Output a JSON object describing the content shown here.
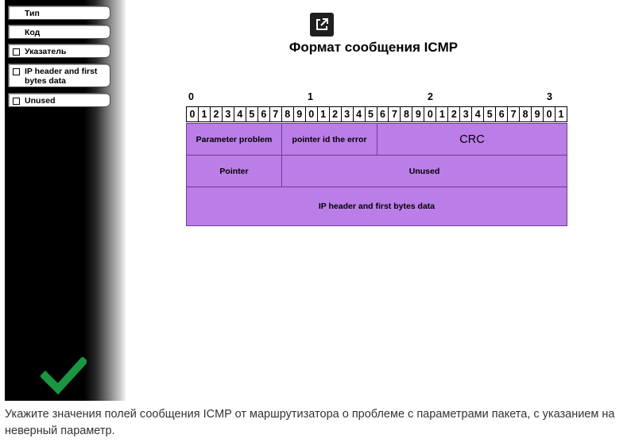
{
  "sidebar": {
    "items": [
      {
        "label": "Тип",
        "checkbox": false
      },
      {
        "label": "Код",
        "checkbox": false
      },
      {
        "label": "Указатель",
        "checkbox": true
      },
      {
        "label_line1": "IP header and first",
        "label_line2": "bytes data",
        "checkbox": true
      },
      {
        "label": "Unused",
        "checkbox": true
      }
    ],
    "submit_icon": "checkmark-icon",
    "submit_color": "#1a9641"
  },
  "header": {
    "popout_icon": "external-link-icon",
    "title": "Формат сообщения ICMP"
  },
  "diagram": {
    "octet_labels": [
      "0",
      "1",
      "2",
      "3"
    ],
    "bits": [
      "0",
      "1",
      "2",
      "3",
      "4",
      "5",
      "6",
      "7",
      "8",
      "9",
      "0",
      "1",
      "2",
      "3",
      "4",
      "5",
      "6",
      "7",
      "8",
      "9",
      "0",
      "1",
      "2",
      "3",
      "4",
      "5",
      "6",
      "7",
      "8",
      "9",
      "0",
      "1"
    ],
    "fields": {
      "type": "Parameter problem",
      "code": "pointer id the error",
      "checksum": "CRC",
      "pointer": "Pointer",
      "unused": "Unused",
      "data": "IP header and first bytes data"
    },
    "field_color": "#bb7de8"
  },
  "question": {
    "text": "Укажите значения полей сообщения ICMP от маршрутизатора о проблеме с параметрами пакета, с указанием на неверный параметр."
  }
}
